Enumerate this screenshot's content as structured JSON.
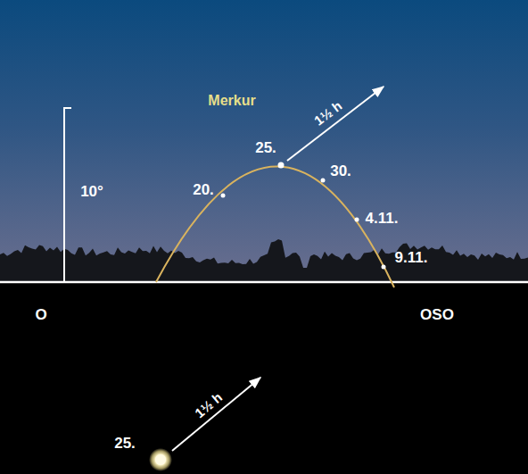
{
  "diagram": {
    "labels": [
      "Merkur",
      "1½ h",
      "25.",
      "20.",
      "30.",
      "4.11.",
      "9.11.",
      "10°",
      "O",
      "OSO",
      "1½ h",
      "25."
    ]
  }
}
